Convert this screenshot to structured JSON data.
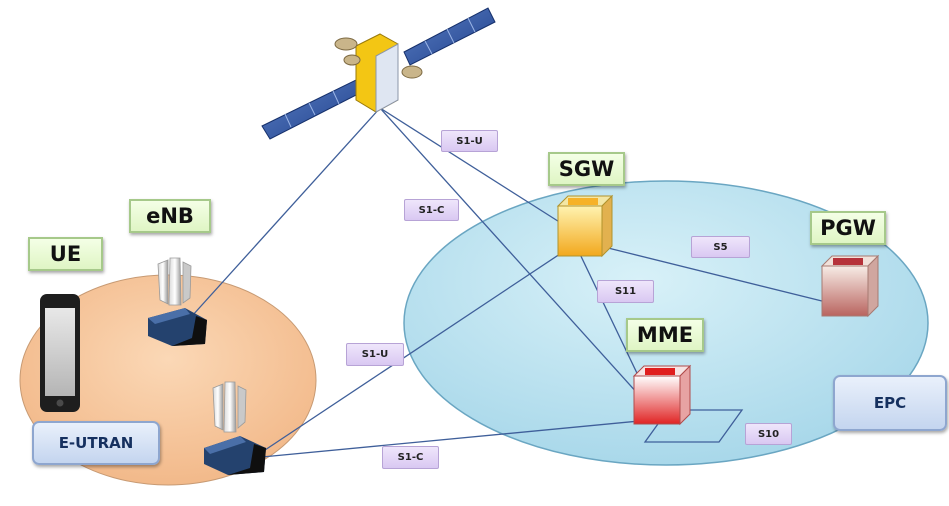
{
  "nodes": {
    "ue": "UE",
    "enb": "eNB",
    "sgw": "SGW",
    "pgw": "PGW",
    "mme": "MME"
  },
  "regions": {
    "eutran": "E-UTRAN",
    "epc": "EPC"
  },
  "interfaces": {
    "s1u_top": "S1-U",
    "s1c_top": "S1-C",
    "s5": "S5",
    "s11": "S11",
    "s1u_mid": "S1-U",
    "s1c_bottom": "S1-C",
    "s10": "S10"
  },
  "colors": {
    "eutran_fill": "#f7c9a0",
    "epc_fill": "#bfe3f0",
    "link_line": "#3f5f9a",
    "label_green": "#dff5c4",
    "interface_purple": "#d9c8f2",
    "region_blue": "#c4d5ef"
  },
  "icons": [
    "satellite-icon",
    "smartphone-icon",
    "antenna-icon",
    "gateway-box-icon"
  ]
}
